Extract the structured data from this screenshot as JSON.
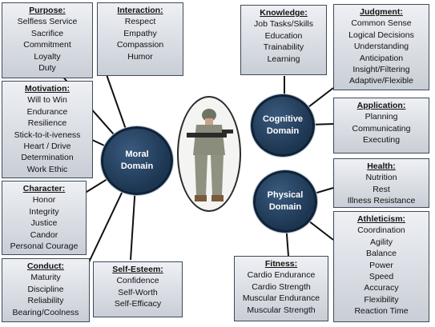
{
  "centers": {
    "moral": [
      "Moral",
      "Domain"
    ],
    "cognitive": [
      "Cognitive",
      "Domain"
    ],
    "physical": [
      "Physical",
      "Domain"
    ]
  },
  "boxes": {
    "purpose": {
      "title": "Purpose:",
      "items": [
        "Selfless Service",
        "Sacrifice",
        "Commitment",
        "Loyalty",
        "Duty"
      ]
    },
    "interaction": {
      "title": "Interaction:",
      "items": [
        "Respect",
        "Empathy",
        "Compassion",
        "Humor"
      ]
    },
    "motivation": {
      "title": "Motivation:",
      "items": [
        "Will to Win",
        "Endurance",
        "Resilience",
        "Stick-to-it-iveness",
        "Heart / Drive",
        "Determination",
        "Work Ethic"
      ]
    },
    "character": {
      "title": "Character:",
      "items": [
        "Honor",
        "Integrity",
        "Justice",
        "Candor",
        "Personal Courage"
      ]
    },
    "conduct": {
      "title": "Conduct:",
      "items": [
        "Maturity",
        "Discipline",
        "Reliability",
        "Bearing/Coolness"
      ]
    },
    "selfesteem": {
      "title": "Self-Esteem:",
      "items": [
        "Confidence",
        "Self-Worth",
        "Self-Efficacy"
      ]
    },
    "knowledge": {
      "title": "Knowledge:",
      "items": [
        "Job Tasks/Skills",
        "Education",
        "Trainability",
        "Learning"
      ]
    },
    "judgment": {
      "title": "Judgment:",
      "items": [
        "Common Sense",
        "Logical Decisions",
        "Understanding",
        "Anticipation",
        "Insight/Filtering",
        "Adaptive/Flexible"
      ]
    },
    "application": {
      "title": "Application:",
      "items": [
        "Planning",
        "Communicating",
        "Executing"
      ]
    },
    "health": {
      "title": "Health:",
      "items": [
        "Nutrition",
        "Rest",
        "Illness Resistance"
      ]
    },
    "athleticism": {
      "title": "Athleticism:",
      "items": [
        "Coordination",
        "Agility",
        "Balance",
        "Power",
        "Speed",
        "Accuracy",
        "Flexibility",
        "Reaction Time"
      ]
    },
    "fitness": {
      "title": "Fitness:",
      "items": [
        "Cardio Endurance",
        "Cardio Strength",
        "Muscular Endurance",
        "Muscular Strength"
      ]
    }
  }
}
